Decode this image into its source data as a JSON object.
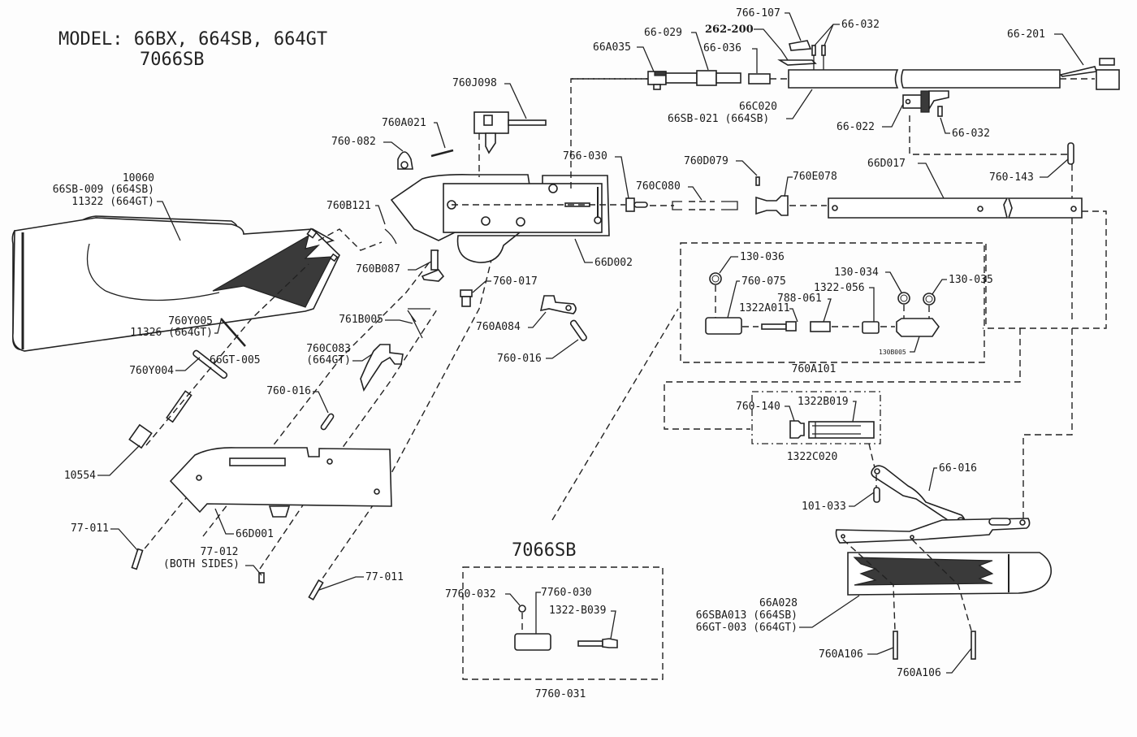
{
  "header": {
    "model_line1": "MODEL: 66BX, 664SB, 664GT",
    "model_line2": "7066SB"
  },
  "parts": {
    "stock": [
      "10060",
      "66SB-009 (664SB)",
      "11322 (664GT)"
    ],
    "p760Y005": [
      "760Y005",
      "11326 (664GT)"
    ],
    "p760Y004": "760Y004",
    "p10554": "10554",
    "p77_011_a": "77-011",
    "p77_012": [
      "77-012",
      "(BOTH SIDES)"
    ],
    "p77_011_b": "77-011",
    "p66D001": "66D001",
    "p66GT_005": "66GT-005",
    "p760C083": [
      "760C083",
      "(664GT)"
    ],
    "p760_016_a": "760-016",
    "p761B005": "761B005",
    "p760B087": "760B087",
    "p760_017": "760-017",
    "p760A084": "760A084",
    "p760_016_b": "760-016",
    "p760B121": "760B121",
    "p760_082": "760-082",
    "p760A021": "760A021",
    "p760J098": "760J098",
    "p66D002": "66D002",
    "p766_030": "766-030",
    "p760C080": "760C080",
    "p760D079": "760D079",
    "p760E078": "760E078",
    "p66D017": "66D017",
    "p760_143": "760-143",
    "p66A035": "66A035",
    "p66_029": "66-029",
    "p262_200": "262-200",
    "p66_036": "66-036",
    "p766_107": "766-107",
    "p66_032_a": "66-032",
    "p66C020": [
      "66C020",
      "66SB-021 (664SB)"
    ],
    "p66_022": "66-022",
    "p66_032_b": "66-032",
    "p66_201": "66-201"
  },
  "assembly_760A101": {
    "title": "760A101",
    "items": {
      "p130_036": "130-036",
      "p760_075": "760-075",
      "p1322A011": "1322A011",
      "p788_061": "788-061",
      "p1322_056": "1322-056",
      "p130_034": "130-034",
      "p130_035": "130-035",
      "p130B005": "130B005"
    }
  },
  "assembly_1322C020": {
    "title": "1322C020",
    "items": {
      "p760_140": "760-140",
      "p1322B019": "1322B019"
    }
  },
  "forend": {
    "p66_016": "66-016",
    "p101_033": "101-033",
    "p66A028": [
      "66A028",
      "66SBA013 (664SB)",
      "66GT-003 (664GT)"
    ],
    "p760A106_a": "760A106",
    "p760A106_b": "760A106"
  },
  "kit_7066SB": {
    "heading": "7066SB",
    "title": "7760-031",
    "items": {
      "p7760_032": "7760-032",
      "p7760_030": "7760-030",
      "p1322_B039": "1322-B039"
    }
  }
}
